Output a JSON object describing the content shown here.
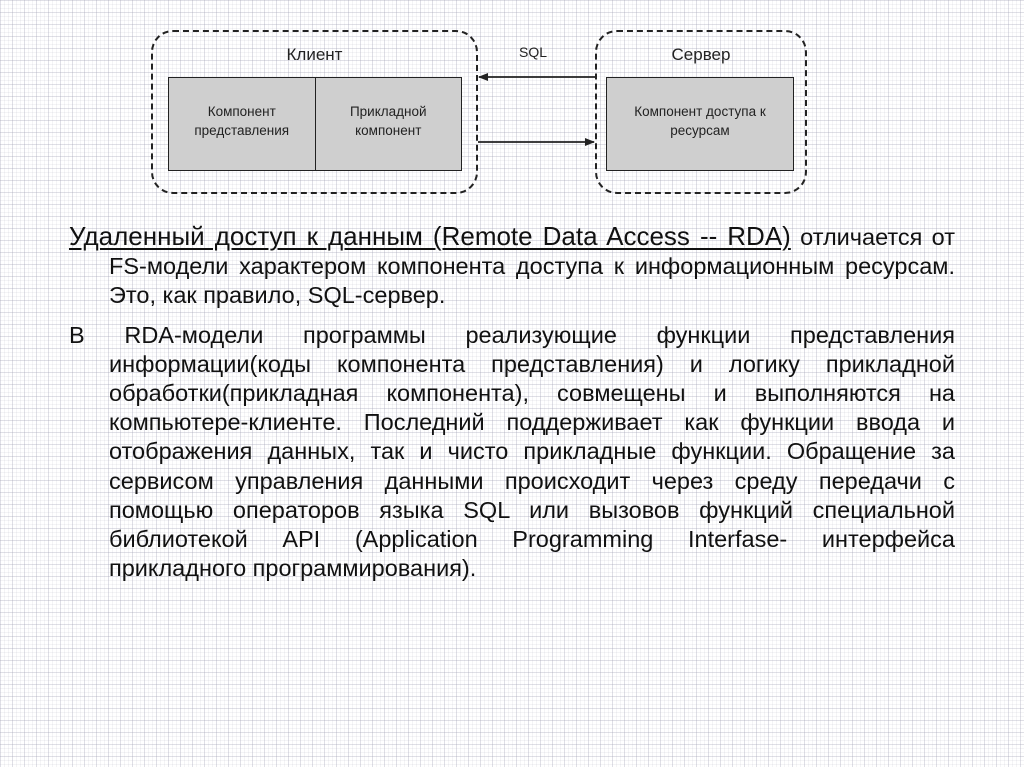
{
  "diagram": {
    "client": {
      "title": "Клиент",
      "components": [
        "Компонент представления",
        "Прикладной компонент"
      ]
    },
    "server": {
      "title": "Сервер",
      "components": [
        "Компонент доступа к ресурсам"
      ]
    },
    "connection_label": "SQL",
    "colors": {
      "component_fill": "#cfcfcf",
      "stroke": "#222222"
    }
  },
  "text": {
    "paragraph1": {
      "term": "Удаленный доступ к данным (Remote Data Access -- RDA)",
      "body": " отличается от FS-модели характером компонента доступа к информационным ресурсам. Это, как правило, SQL-сервер."
    },
    "paragraph2": {
      "body": "В RDA-модели программы реализующие функции представления информации(коды компонента представления) и логику прикладной обработки(прикладная компонента), совмещены и выполняются на компьютере-клиенте. Последний поддерживает как функции ввода и отображения данных, так и чисто прикладные функции. Обращение за сервисом управления данными происходит через среду передачи с помощью операторов языка SQL или вызовов функций специальной библиотекой API (Application Programming Interfase- интерфейса прикладного программирования)."
    }
  }
}
